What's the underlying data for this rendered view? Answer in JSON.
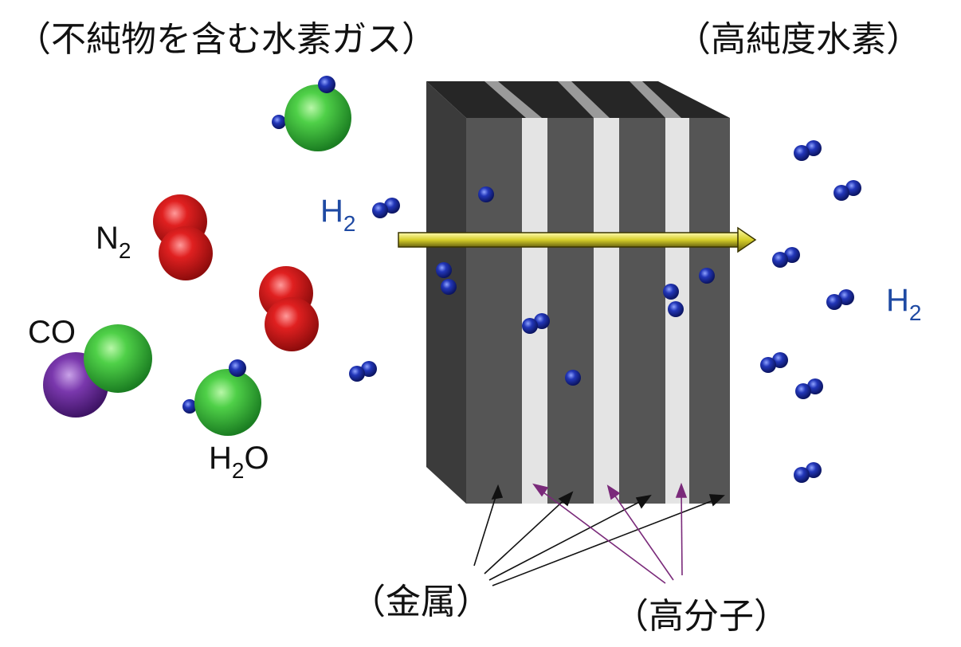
{
  "labels": {
    "impure_gas": "（不純物を含む水素ガス）",
    "pure_hydrogen": "（高純度水素）",
    "metal": "（金属）",
    "polymer": "（高分子）"
  },
  "molecules": {
    "n2": {
      "main": "N",
      "sub": "2"
    },
    "co": "CO",
    "h2o": {
      "a": "H",
      "sub": "2",
      "b": "O"
    },
    "h2_in": {
      "main": "H",
      "sub": "2"
    },
    "h2_out": {
      "main": "H",
      "sub": "2"
    }
  },
  "colors": {
    "hydrogen": "#1a2a9a",
    "oxygen": "#34b13a",
    "nitrogen": "#d11a1a",
    "carbon": "#6a2a9a",
    "metal_layer": "#4f4f4f",
    "polymer_layer": "#e3e3e3",
    "arrow": "#a8a21a",
    "pointer_metal": "#111111",
    "pointer_polymer": "#7a2a7a"
  }
}
